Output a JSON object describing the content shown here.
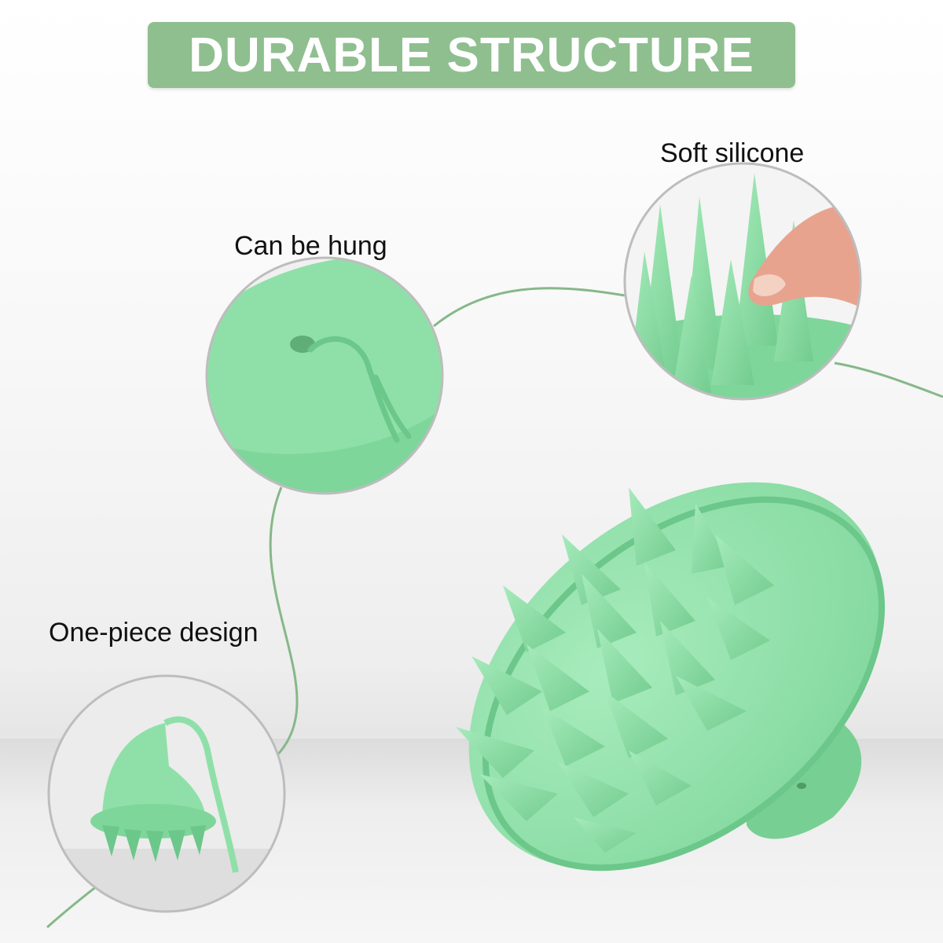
{
  "banner": {
    "title": "DURABLE STRUCTURE",
    "color": "#8fbf8f"
  },
  "callouts": {
    "soft_silicone": "Soft silicone",
    "can_be_hung": "Can be hung",
    "one_piece": "One-piece design"
  },
  "colors": {
    "product_green": "#8fe0a8",
    "product_green_dark": "#6cc78a",
    "line_green": "#86b889",
    "circle_border": "#bdbdbd"
  }
}
